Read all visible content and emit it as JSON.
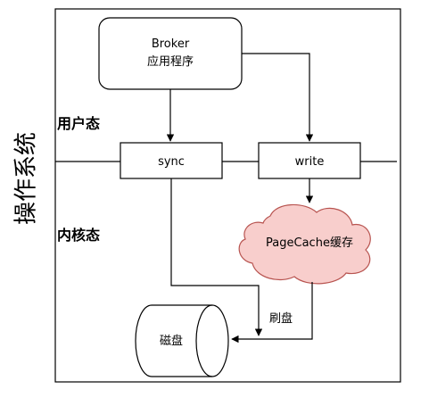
{
  "broker": {
    "line1": "Broker",
    "line2": "应用程序"
  },
  "os_label": "操作系统",
  "user_mode_label": "用户态",
  "kernel_mode_label": "内核态",
  "sync_label": "sync",
  "write_label": "write",
  "pagecache_label": "PageCache缓存",
  "flush_label": "刷盘",
  "disk_label": "磁盘",
  "colors": {
    "cloud_fill": "#F8CECC",
    "cloud_stroke": "#B85450",
    "stroke": "#000000",
    "background": "#FFFFFF"
  }
}
